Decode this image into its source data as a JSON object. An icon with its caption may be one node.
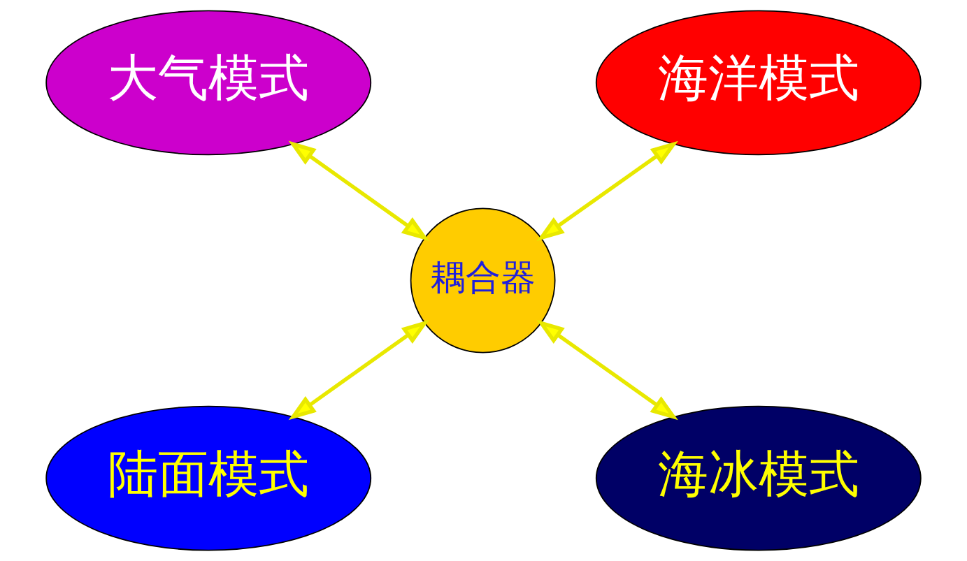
{
  "diagram": {
    "nodes": [
      {
        "text": [
          "大气模式"
        ]
      },
      {
        "text": [
          "海洋模式"
        ]
      },
      {
        "text": [
          "耦合器"
        ]
      },
      {
        "text": [
          "陆面模式"
        ]
      },
      {
        "text": [
          "海冰模式"
        ]
      }
    ],
    "edges": [
      {
        "from": 0,
        "to": 2,
        "arrow": "both"
      },
      {
        "from": 1,
        "to": 2,
        "arrow": "both"
      },
      {
        "from": 2,
        "to": 3,
        "arrow": "both"
      },
      {
        "from": 2,
        "to": 4,
        "arrow": "both"
      }
    ]
  }
}
